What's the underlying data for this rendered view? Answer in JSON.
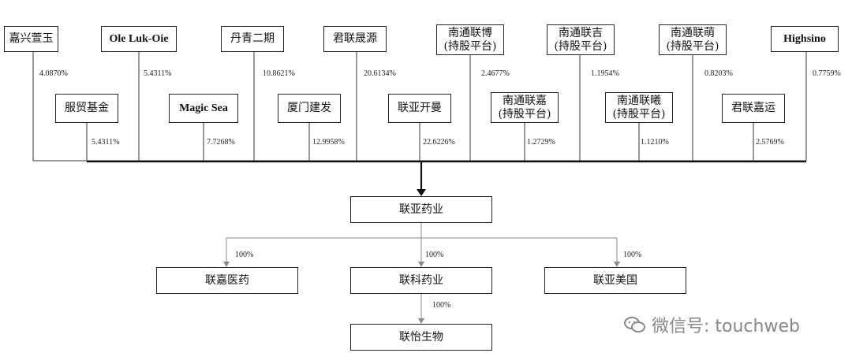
{
  "shareholders_top": [
    {
      "name": "嘉兴萱玉",
      "pct": "4.0870%"
    },
    {
      "name": "Ole Luk-Oie",
      "pct": "5.4311%"
    },
    {
      "name": "丹青二期",
      "pct": "10.8621%"
    },
    {
      "name": "君联晟源",
      "pct": "20.6134%"
    },
    {
      "name": "南通联博\n(持股平台)",
      "pct": "2.4677%"
    },
    {
      "name": "南通联吉\n(持股平台)",
      "pct": "1.1954%"
    },
    {
      "name": "南通联萌\n(持股平台)",
      "pct": "0.8203%"
    },
    {
      "name": "Highsino",
      "pct": "0.7759%"
    }
  ],
  "shareholders_mid": [
    {
      "name": "服贸基金",
      "pct": "5.4311%"
    },
    {
      "name": "Magic Sea",
      "pct": "7.7268%"
    },
    {
      "name": "厦门建发",
      "pct": "12.9958%"
    },
    {
      "name": "联亚开曼",
      "pct": "22.6226%"
    },
    {
      "name": "南通联嘉\n(持股平台)",
      "pct": "1.2729%"
    },
    {
      "name": "南通联曦\n(持股平台)",
      "pct": "1.1210%"
    },
    {
      "name": "君联嘉运",
      "pct": "2.5769%"
    }
  ],
  "company": {
    "name": "联亚药业"
  },
  "subsidiaries": [
    {
      "name": "联嘉医药",
      "pct": "100%"
    },
    {
      "name": "联科药业",
      "pct": "100%"
    },
    {
      "name": "联亚美国",
      "pct": "100%"
    }
  ],
  "sub_sub": {
    "name": "联怡生物",
    "pct": "100%"
  },
  "watermark": {
    "text": "微信号: touchweb"
  }
}
